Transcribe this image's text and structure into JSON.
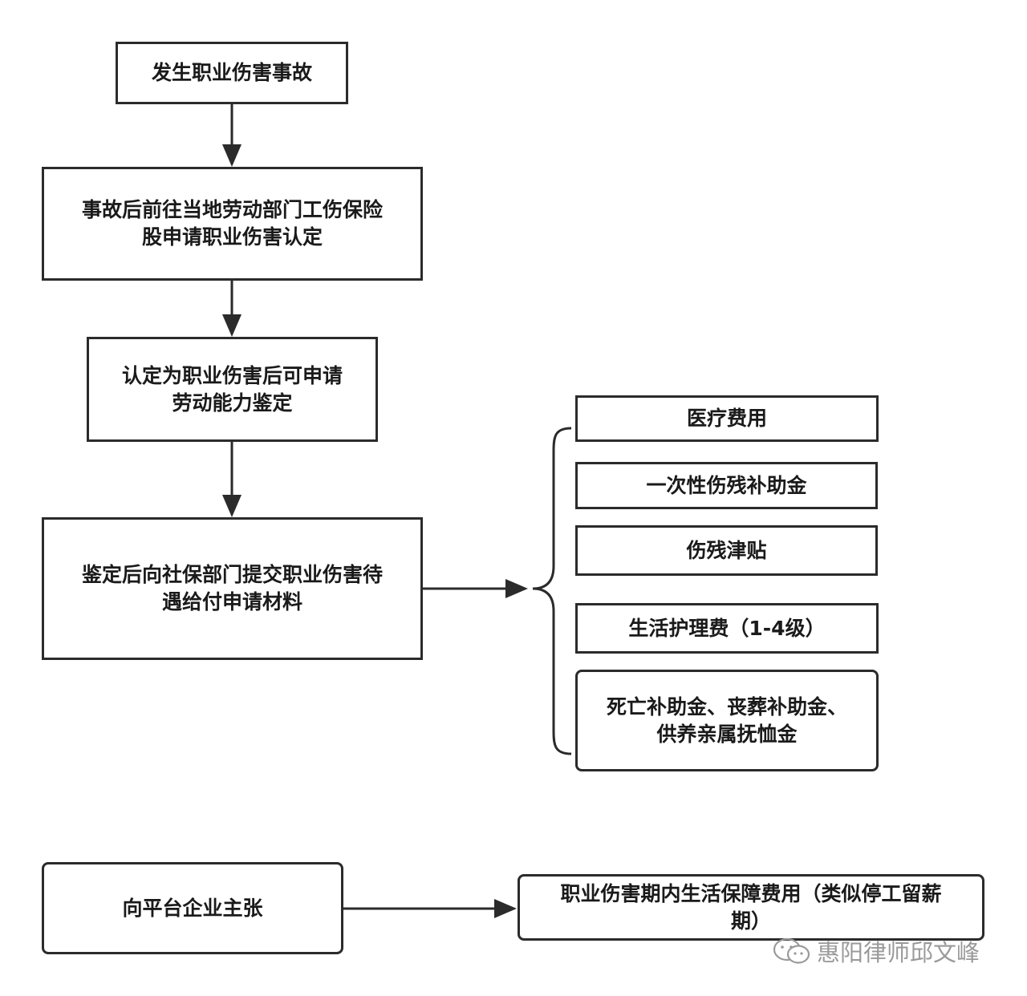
{
  "steps": {
    "s1": "发生职业伤害事故",
    "s2": "事故后前往当地劳动部门工伤保险\n股申请职业伤害认定",
    "s3": "认定为职业伤害后可申请\n劳动能力鉴定",
    "s4": "鉴定后向社保部门提交职业伤害待\n遇给付申请材料"
  },
  "benefits": [
    "医疗费用",
    "一次性伤残补助金",
    "伤残津贴",
    "生活护理费（1-4级）",
    "死亡补助金、丧葬补助金、\n供养亲属抚恤金"
  ],
  "claim": {
    "source": "向平台企业主张",
    "target": "职业伤害期内生活保障费用（类似停工留薪\n期）"
  },
  "watermark": {
    "text": "惠阳律师邱文峰",
    "icon": "wechat-icon"
  },
  "colors": {
    "stroke": "#2b2b2b",
    "text": "#1a1a1a",
    "watermark": "#9a9a9a"
  }
}
